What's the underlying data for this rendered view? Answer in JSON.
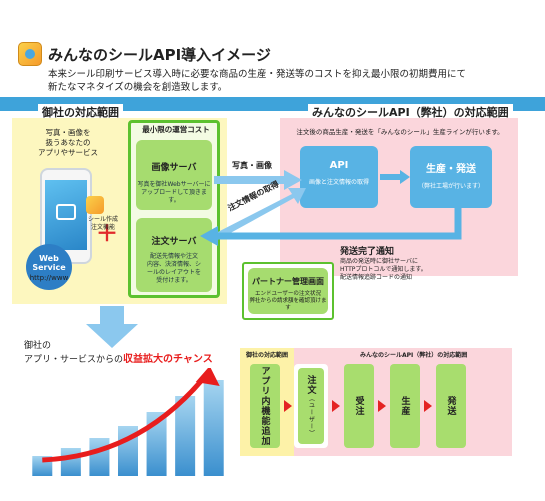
{
  "header": {
    "title": "みんなのシールAPI導入イメージ",
    "subtitle_line1": "本来シール印刷サービス導入時に必要な商品の生産・発送等のコストを抑え最小限の初期費用にて",
    "subtitle_line2": "新たなマネタイズの機会を創造致します。"
  },
  "regions": {
    "left_label": "御社の対応範囲",
    "right_label": "みんなのシールAPI（弊社）の対応範囲"
  },
  "left": {
    "apps_text": "写真・画像を\n扱うあなたの\nアプリやサービス",
    "web_service_line1": "Web",
    "web_service_line2": "Service",
    "web_service_url": "http://www",
    "plus": "＋",
    "sticker_func": "シール作成\n注文機能",
    "min_cost_title": "最小限の運営コスト",
    "image_server_title": "画像サーバ",
    "image_server_text": "写真を御社Webサーバーに\nアップロードして頂きます。",
    "order_server_title": "注文サーバ",
    "order_server_text": "配送先情報や注文\n内容、決済情報、シ\nールのレイアウトを\n受付けます。"
  },
  "right": {
    "production_note": "注文後の商品生産・発送を「みんなのシール」生産ラインが行います。",
    "api_title": "API",
    "api_text": "画像と注文情報の取得",
    "production_title": "生産・発送",
    "production_text": "（弊社工場が行います）",
    "completion_title": "発送完了通知",
    "completion_text": "商品の発送時に御社サーバに\nHTTPプロトコルで通知します。\n配送情報追跡コードの通知"
  },
  "flows": {
    "photo_image": "写真・画像",
    "order_info": "注文情報の取得"
  },
  "partner": {
    "title": "パートナー管理画面",
    "text": "エンドユーザーの注文状況\n弊社からの請求額を確認頂けます"
  },
  "growth": {
    "line1": "御社の",
    "line2_prefix": "アプリ・サービスからの",
    "line2_highlight": "収益拡大のチャンス"
  },
  "bar_chart": {
    "values": [
      1,
      1.4,
      1.9,
      2.5,
      3.2,
      4.0,
      4.8
    ]
  },
  "process": {
    "left_label": "御社の対応範囲",
    "right_label": "みんなのシールAPI（弊社）の対応範囲",
    "steps": [
      "アプリ内機能追加",
      "注文",
      "受注",
      "生産",
      "発送"
    ],
    "order_sub": "（ユーザー）"
  },
  "colors": {
    "blue": "#3ea3da",
    "green": "#5cc12f",
    "red": "#e81d1d",
    "yellow_bg": "#fdf7bf",
    "pink_bg": "#fbd6dc"
  }
}
